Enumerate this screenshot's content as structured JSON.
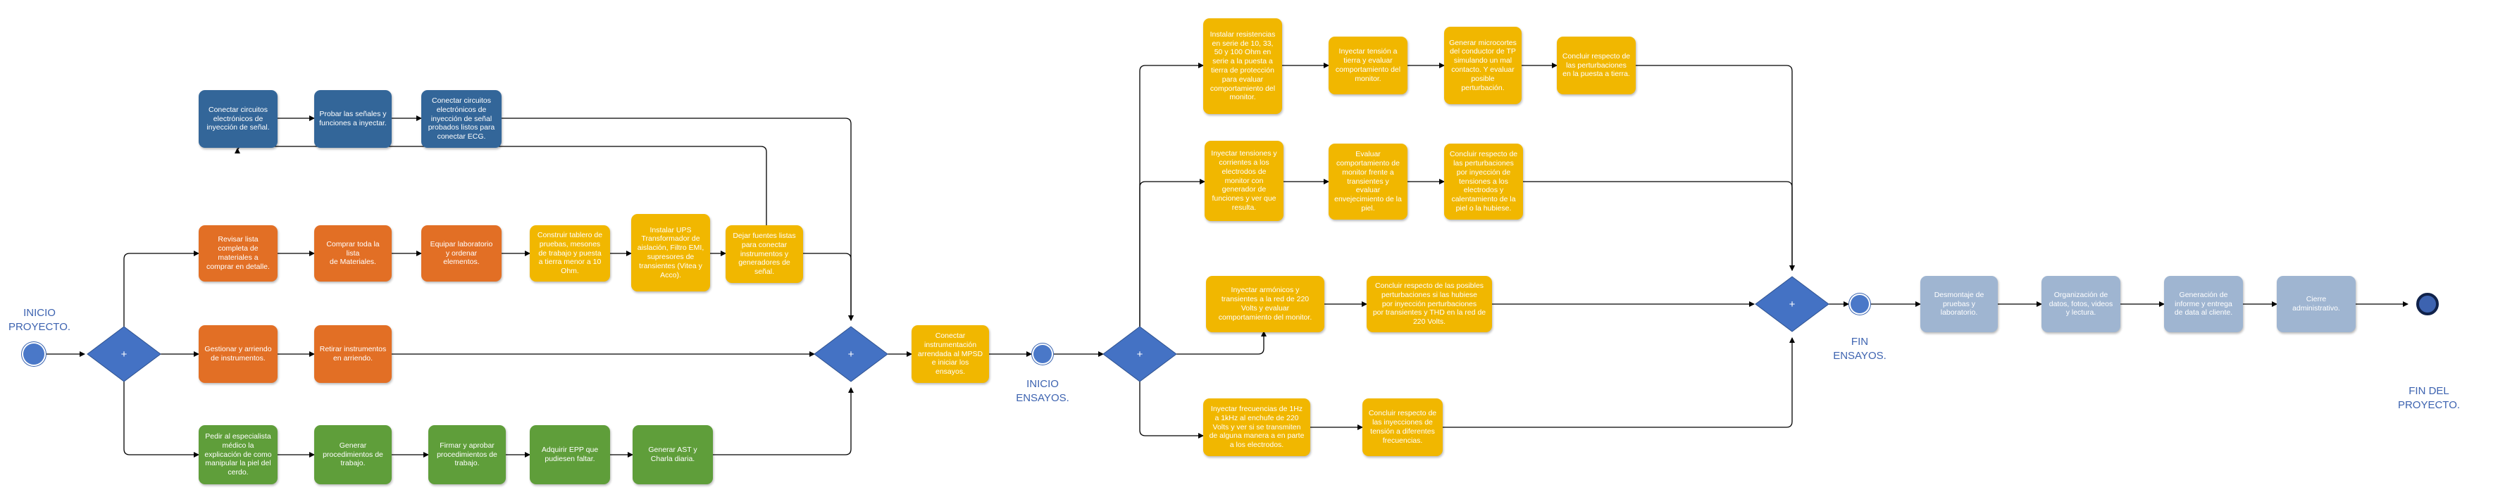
{
  "colors": {
    "blue_dark": "#336699",
    "orange": "#e26f25",
    "green": "#5f9e3a",
    "yellow": "#f1b700",
    "gray_blue": "#9fb5d1",
    "gateway": "#4472c4",
    "event": "#4472c4",
    "connector": "#000000",
    "label": "#3d63b0"
  },
  "events": {
    "inicio_proyecto": {
      "label": [
        "INICIO",
        "PROYECTO."
      ]
    },
    "inicio_ensayos": {
      "label": [
        "INICIO",
        "ENSAYOS."
      ]
    },
    "fin_ensayos": {
      "label": [
        "FIN",
        "ENSAYOS."
      ]
    },
    "fin_proyecto": {
      "label": [
        "FIN DEL",
        "PROYECTO."
      ]
    }
  },
  "gateways": {
    "symbol": "+"
  },
  "tasks": {
    "blue_1": [
      "Conectar circuitos",
      "electrónicos de",
      "inyección de señal."
    ],
    "blue_2": [
      "Probar las señales y",
      "funciones a inyectar."
    ],
    "blue_3": [
      "Conectar circuitos",
      "electrónicos de",
      "inyección de señal",
      "probados listos para",
      "conectar ECG."
    ],
    "orange_1": [
      "Revisar lista",
      "completa de",
      "materiales a",
      "comprar en detalle."
    ],
    "orange_2": [
      "Comprar toda la lista",
      "de Materiales."
    ],
    "orange_3": [
      "Equipar laboratorio",
      "y ordenar",
      "elementos."
    ],
    "orange_4": [
      "Gestionar y arriendo",
      "de instrumentos."
    ],
    "orange_5": [
      "Retirar instrumentos",
      "en arriendo."
    ],
    "yellow_1": [
      "Construir tablero de",
      "pruebas, mesones",
      "de trabajo y puesta",
      "a tierra menor a 10",
      "Ohm."
    ],
    "yellow_2": [
      "Instalar UPS",
      "Transformador de",
      "aislación, Filtro EMI,",
      "supresores de",
      "transientes (Vitea y",
      "Acco)."
    ],
    "yellow_3": [
      "Dejar fuentes listas",
      "para conectar",
      "instrumentos y",
      "generadores de",
      "señal."
    ],
    "yellow_4": [
      "Conectar",
      "instrumentación",
      "arrendada al MPSD",
      "e iniciar los ensayos."
    ],
    "green_1": [
      "Pedir al especialista",
      "médico la",
      "explicación de como",
      "manipular la piel del",
      "cerdo."
    ],
    "green_2": [
      "Generar",
      "procedimientos de",
      "trabajo."
    ],
    "green_3": [
      "Firmar y aprobar",
      "procedimientos de",
      "trabajo."
    ],
    "green_4": [
      "Adquirir EPP que",
      "pudiesen faltar."
    ],
    "green_5": [
      "Generar AST y",
      "Charla diaria."
    ],
    "test1_a": [
      "Instalar resistencias",
      "en serie de 10, 33,",
      "50 y 100 Ohm en",
      "serie a la puesta a",
      "tierra de protección",
      "para evaluar",
      "comportamiento del",
      "monitor."
    ],
    "test1_b": [
      "Inyectar tensión a",
      "tierra y evaluar",
      "comportamiento del",
      "monitor."
    ],
    "test1_c": [
      "Generar microcortes",
      "del conductor de TP",
      "simulando un mal",
      "contacto. Y evaluar",
      "posible",
      "perturbación."
    ],
    "test1_d": [
      "Concluir respecto de",
      "las perturbaciones",
      "en la puesta a tierra."
    ],
    "test2_a": [
      "Inyectar tensiones y",
      "corrientes a los",
      "electrodos de",
      "monitor con",
      "generador de",
      "funciones y ver que",
      "resulta."
    ],
    "test2_b": [
      "Evaluar",
      "comportamiento de",
      "monitor frente a",
      "transientes y",
      "evaluar",
      "envejecimiento de la",
      "piel."
    ],
    "test2_c": [
      "Concluir respecto de",
      "las perturbaciones",
      "por inyección de",
      "tensiones a los",
      "electrodos y",
      "calentamiento de la",
      "piel o la hubiese."
    ],
    "test3_a": [
      "Inyectar armónicos y",
      "transientes a la red de 220",
      "Volts y evaluar",
      "comportamiento del monitor."
    ],
    "test3_b": [
      "Concluir respecto de las posibles",
      "perturbaciones si las hubiese",
      "por inyección perturbaciones",
      "por transientes y THD en la red de",
      "220 Volts."
    ],
    "test4_a": [
      "Inyectar frecuencias de 1Hz",
      "a 1kHz al enchufe de 220",
      "Volts y ver si se transmiten",
      "de alguna manera a en parte",
      "a los electrodos."
    ],
    "test4_b": [
      "Concluir respecto de",
      "las inyecciones de",
      "tensión a diferentes",
      "frecuencias."
    ],
    "close_1": [
      "Desmontaje de",
      "pruebas y",
      "laboratorio."
    ],
    "close_2": [
      "Organización de",
      "datos, fotos, videos",
      "y lectura."
    ],
    "close_3": [
      "Generación de",
      "informe y entrega",
      "de data al cliente."
    ],
    "close_4": [
      "Cierre",
      "administrativo."
    ]
  }
}
